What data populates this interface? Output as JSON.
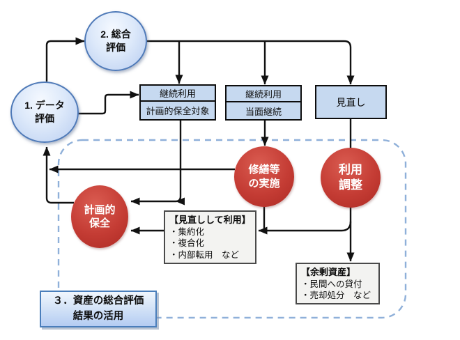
{
  "diagram": {
    "step1": {
      "line1": "1. データ",
      "line2": "評価"
    },
    "step2": {
      "line1": "2. 総合",
      "line2": "評価"
    },
    "box_planned_target": {
      "row1": "継続利用",
      "row2": "計画的保全対象"
    },
    "box_continue": {
      "row1": "継続利用",
      "row2": "当面継続"
    },
    "box_review": {
      "label": "見直し"
    },
    "circle_repair": {
      "line1": "修繕等",
      "line2": "の実施"
    },
    "circle_adjust": {
      "line1": "利用",
      "line2": "調整"
    },
    "circle_planned": {
      "line1": "計画的",
      "line2": "保全"
    },
    "panel_reuse": {
      "title": "【見直しして利用】",
      "items": [
        "・集約化",
        "・複合化",
        "・内部転用　など"
      ]
    },
    "panel_surplus": {
      "title": "【余剰資産】",
      "items": [
        "・民間への貸付",
        "・売却処分　など"
      ]
    },
    "step3": {
      "line1": "３．資産の総合評価",
      "line2": "結果の活用"
    },
    "colors": {
      "blue_node_fill": "#c9dcf5",
      "blue_node_border": "#4f7ab8",
      "process_box_fill": "#c6d9f0",
      "red_circle": "#b93330",
      "panel_fill": "#f3f3f1",
      "panel_border": "#4a4a4a",
      "dashed_border": "#8fb0d9",
      "connector": "#111111"
    }
  }
}
